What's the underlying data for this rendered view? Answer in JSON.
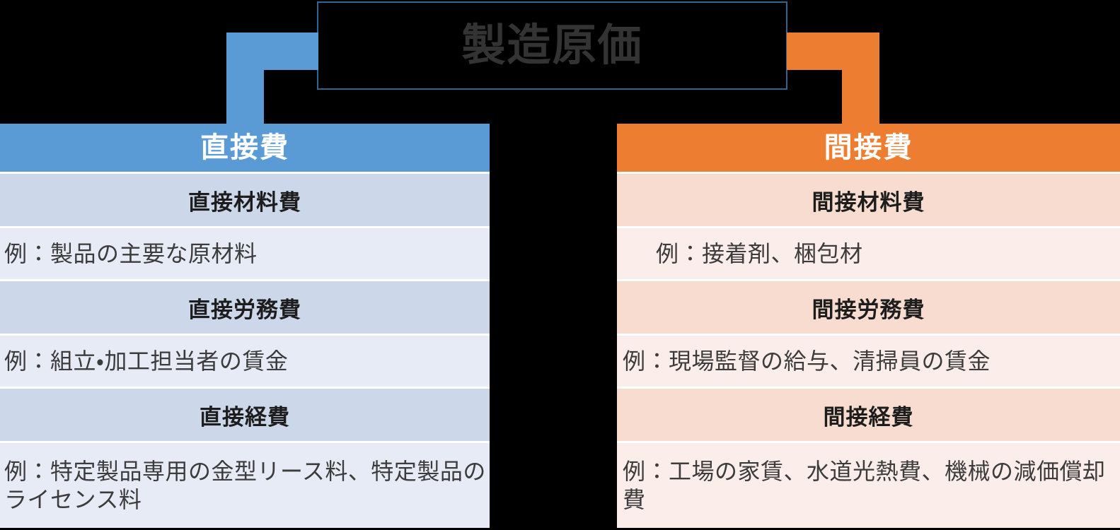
{
  "diagram": {
    "root": {
      "label": "製造原価",
      "border_color": "#2f658f",
      "fill_color": "#000000",
      "text_color": "#333333"
    },
    "branches": [
      {
        "key": "direct",
        "header": "直接費",
        "accent_color": "#5b9bd5",
        "row_title_color": "#ccd8ea",
        "row_example_color": "#e7ebf5",
        "rows": [
          {
            "title": "直接材料費",
            "example": "例：製品の主要な原材料"
          },
          {
            "title": "直接労務費",
            "example": "例：組立・加工担当者の賃金"
          },
          {
            "title": "直接経費",
            "example": "例：特定製品専用の金型リース料、特定製品のライセンス料"
          }
        ]
      },
      {
        "key": "indirect",
        "header": "間接費",
        "accent_color": "#ed7d31",
        "row_title_color": "#f8dcd0",
        "row_example_color": "#fbeeea",
        "rows": [
          {
            "title": "間接材料費",
            "example": "例：接着剤、梱包材"
          },
          {
            "title": "間接労務費",
            "example": "例：現場監督の給与、清掃員の賃金"
          },
          {
            "title": "間接経費",
            "example": "例：工場の家賃、水道光熱費、機械の減価償却費"
          }
        ]
      }
    ]
  }
}
